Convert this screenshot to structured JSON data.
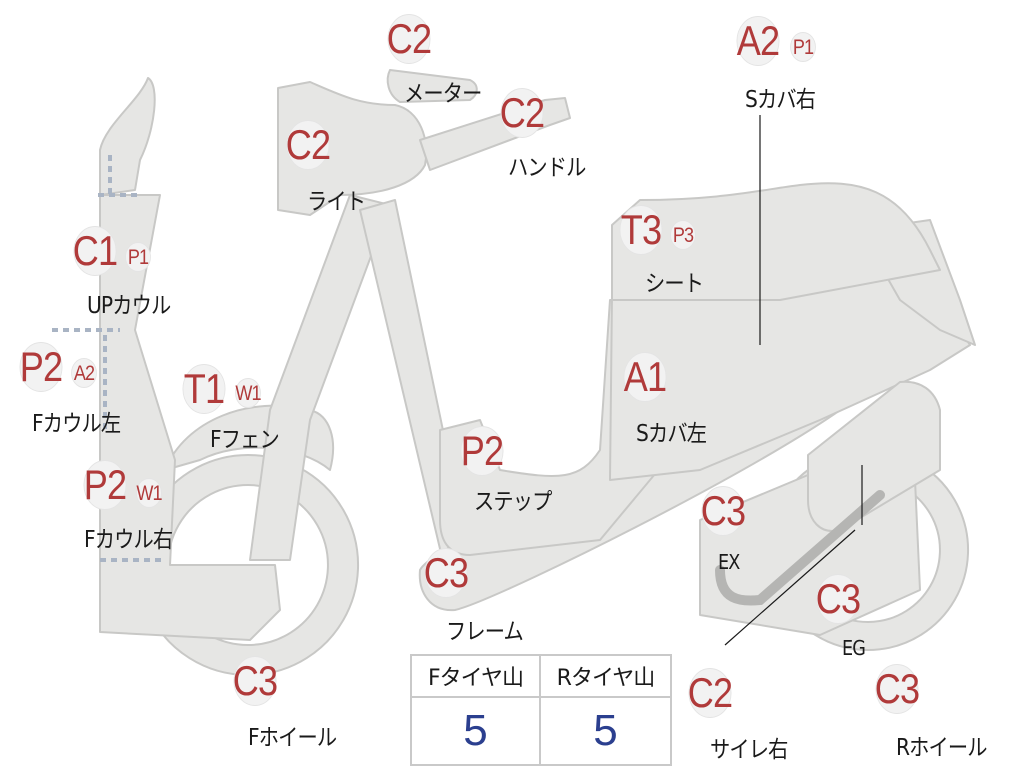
{
  "parts": [
    {
      "name": "meter",
      "label": "メーター",
      "grade": "C2",
      "sub": ""
    },
    {
      "name": "handle",
      "label": "ハンドル",
      "grade": "C2",
      "sub": ""
    },
    {
      "name": "light",
      "label": "ライト",
      "grade": "C2",
      "sub": ""
    },
    {
      "name": "side-cover-right",
      "label": "Sカバ右",
      "grade": "A2",
      "sub": "P1"
    },
    {
      "name": "up-cowl",
      "label": "UPカウル",
      "grade": "C1",
      "sub": "P1"
    },
    {
      "name": "seat",
      "label": "シート",
      "grade": "T3",
      "sub": "P3"
    },
    {
      "name": "front-cowl-left",
      "label": "Fカウル左",
      "grade": "P2",
      "sub": "A2"
    },
    {
      "name": "front-fender",
      "label": "Fフェン",
      "grade": "T1",
      "sub": "W1"
    },
    {
      "name": "side-cover-left",
      "label": "Sカバ左",
      "grade": "A1",
      "sub": ""
    },
    {
      "name": "step",
      "label": "ステップ",
      "grade": "P2",
      "sub": ""
    },
    {
      "name": "front-cowl-right",
      "label": "Fカウル右",
      "grade": "P2",
      "sub": "W1"
    },
    {
      "name": "exhaust",
      "label": "EX",
      "grade": "C3",
      "sub": ""
    },
    {
      "name": "frame",
      "label": "フレーム",
      "grade": "C3",
      "sub": ""
    },
    {
      "name": "engine",
      "label": "EG",
      "grade": "C3",
      "sub": ""
    },
    {
      "name": "front-wheel",
      "label": "Fホイール",
      "grade": "C3",
      "sub": ""
    },
    {
      "name": "muffler-right",
      "label": "サイレ右",
      "grade": "C2",
      "sub": ""
    },
    {
      "name": "rear-wheel",
      "label": "Rホイール",
      "grade": "C3",
      "sub": ""
    }
  ],
  "tire_table": {
    "headers": [
      "Fタイヤ山",
      "Rタイヤ山"
    ],
    "values": [
      "5",
      "5"
    ]
  },
  "colors": {
    "part_fill": "#e6e6e4",
    "part_stroke": "#c8c8c6",
    "grade_text": "#b03a3a",
    "tire_value": "#2b3f8f"
  }
}
